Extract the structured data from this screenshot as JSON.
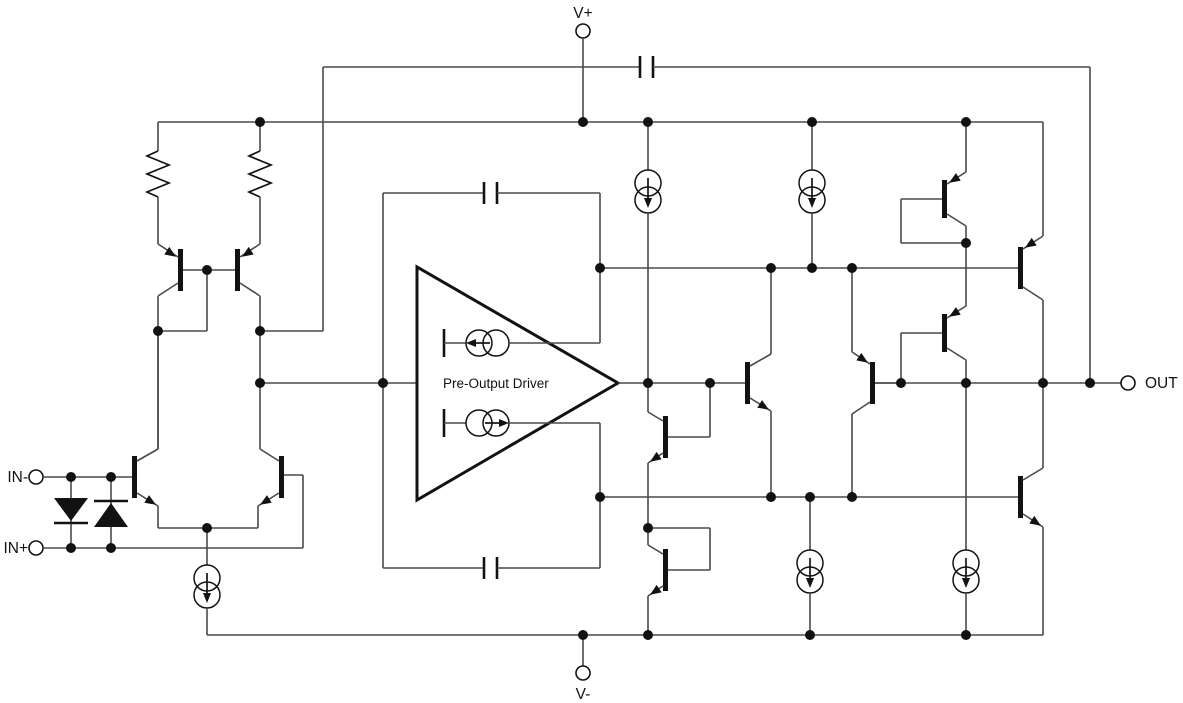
{
  "labels": {
    "v_plus": "V+",
    "v_minus": "V-",
    "in_minus": "IN-",
    "in_plus": "IN+",
    "out": "OUT",
    "pre_output_driver": "Pre-Output Driver"
  },
  "colors": {
    "background_color": "#ffffff",
    "wire_color": "#4a4a4a",
    "ink_color": "#121212"
  },
  "components": {
    "terminals": [
      "V+",
      "V-",
      "IN-",
      "IN+",
      "OUT"
    ],
    "block_label": "Pre-Output Driver",
    "transistor_count": 12,
    "input_protection_diode_count": 2,
    "resistor_count": 2,
    "capacitor_count": 3,
    "current_source_count": 7
  }
}
